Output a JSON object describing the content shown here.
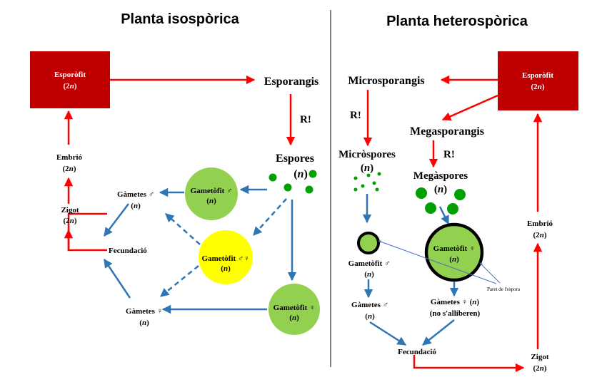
{
  "titles": {
    "left": "Planta isospòrica",
    "right": "Planta heterospòrica"
  },
  "left": {
    "sporophyte": {
      "line1": "Esporòfit",
      "n_open": "(2",
      "n_var": "n",
      "n_close": ")"
    },
    "sporangia": "Esporangis",
    "meiosis": "R!",
    "spores": {
      "line1": "Espores",
      "n_open": "(",
      "n_var": "n",
      "n_close": ")"
    },
    "gametophyte_male": {
      "line1": "Gametòfit ♂",
      "n_open": "(",
      "n_var": "n",
      "n_close": ")"
    },
    "gametophyte_bisexual": {
      "line1": "Gametòfit ♂♀",
      "n_open": "(",
      "n_var": "n",
      "n_close": ")"
    },
    "gametophyte_female": {
      "line1": "Gametòfit ♀",
      "n_open": "(",
      "n_var": "n",
      "n_close": ")"
    },
    "gametes_male": {
      "line1": "Gàmetes ♂",
      "n_open": "(",
      "n_var": "n",
      "n_close": ")"
    },
    "gametes_female": {
      "line1": "Gàmetes ♀",
      "n_open": "(",
      "n_var": "n",
      "n_close": ")"
    },
    "fecundation": "Fecundació",
    "zygote": {
      "line1": "Zigot",
      "n_open": "(2",
      "n_var": "n",
      "n_close": ")"
    },
    "embryo": {
      "line1": "Embrió",
      "n_open": "(2",
      "n_var": "n",
      "n_close": ")"
    }
  },
  "right": {
    "sporophyte": {
      "line1": "Esporòfit",
      "n_open": "(2",
      "n_var": "n",
      "n_close": ")"
    },
    "microsporangia": "Microsporangis",
    "megasporangia": "Megasporangis",
    "meiosis_micro": "R!",
    "meiosis_mega": "R!",
    "microspores": {
      "line1": "Micròspores",
      "n_open": "(",
      "n_var": "n",
      "n_close": ")"
    },
    "megaspores": {
      "line1": "Megàspores",
      "n_open": "(",
      "n_var": "n",
      "n_close": ")"
    },
    "gametophyte_male": {
      "line1": "Gametòfit ♂",
      "n_open": "(",
      "n_var": "n",
      "n_close": ")"
    },
    "gametophyte_female": {
      "line1": "Gametòfit ♀",
      "n_open": "(",
      "n_var": "n",
      "n_close": ")"
    },
    "spore_wall": "Paret de l'espora",
    "gametes_male": {
      "line1": "Gàmetes ♂",
      "n_open": "(",
      "n_var": "n",
      "n_close": ")"
    },
    "gametes_female": {
      "line1": "Gàmetes ♀ (",
      "n_var": "n",
      "n_close": ")",
      "line3": "(no s'alliberen)"
    },
    "fecundation": "Fecundació",
    "zygote": {
      "line1": "Zigot",
      "n_open": "(2",
      "n_var": "n",
      "n_close": ")"
    },
    "embryo": {
      "line1": "Embrió",
      "n_open": "(2",
      "n_var": "n",
      "n_close": ")"
    }
  },
  "colors": {
    "sporophyte_box": "#c00000",
    "red_arrow": "#ff0000",
    "blue_arrow": "#2e75b6",
    "spore_green": "#00a000",
    "gametophyte_green": "#92d050",
    "bisexual_yellow": "#ffff00",
    "wall_black": "#000000"
  }
}
